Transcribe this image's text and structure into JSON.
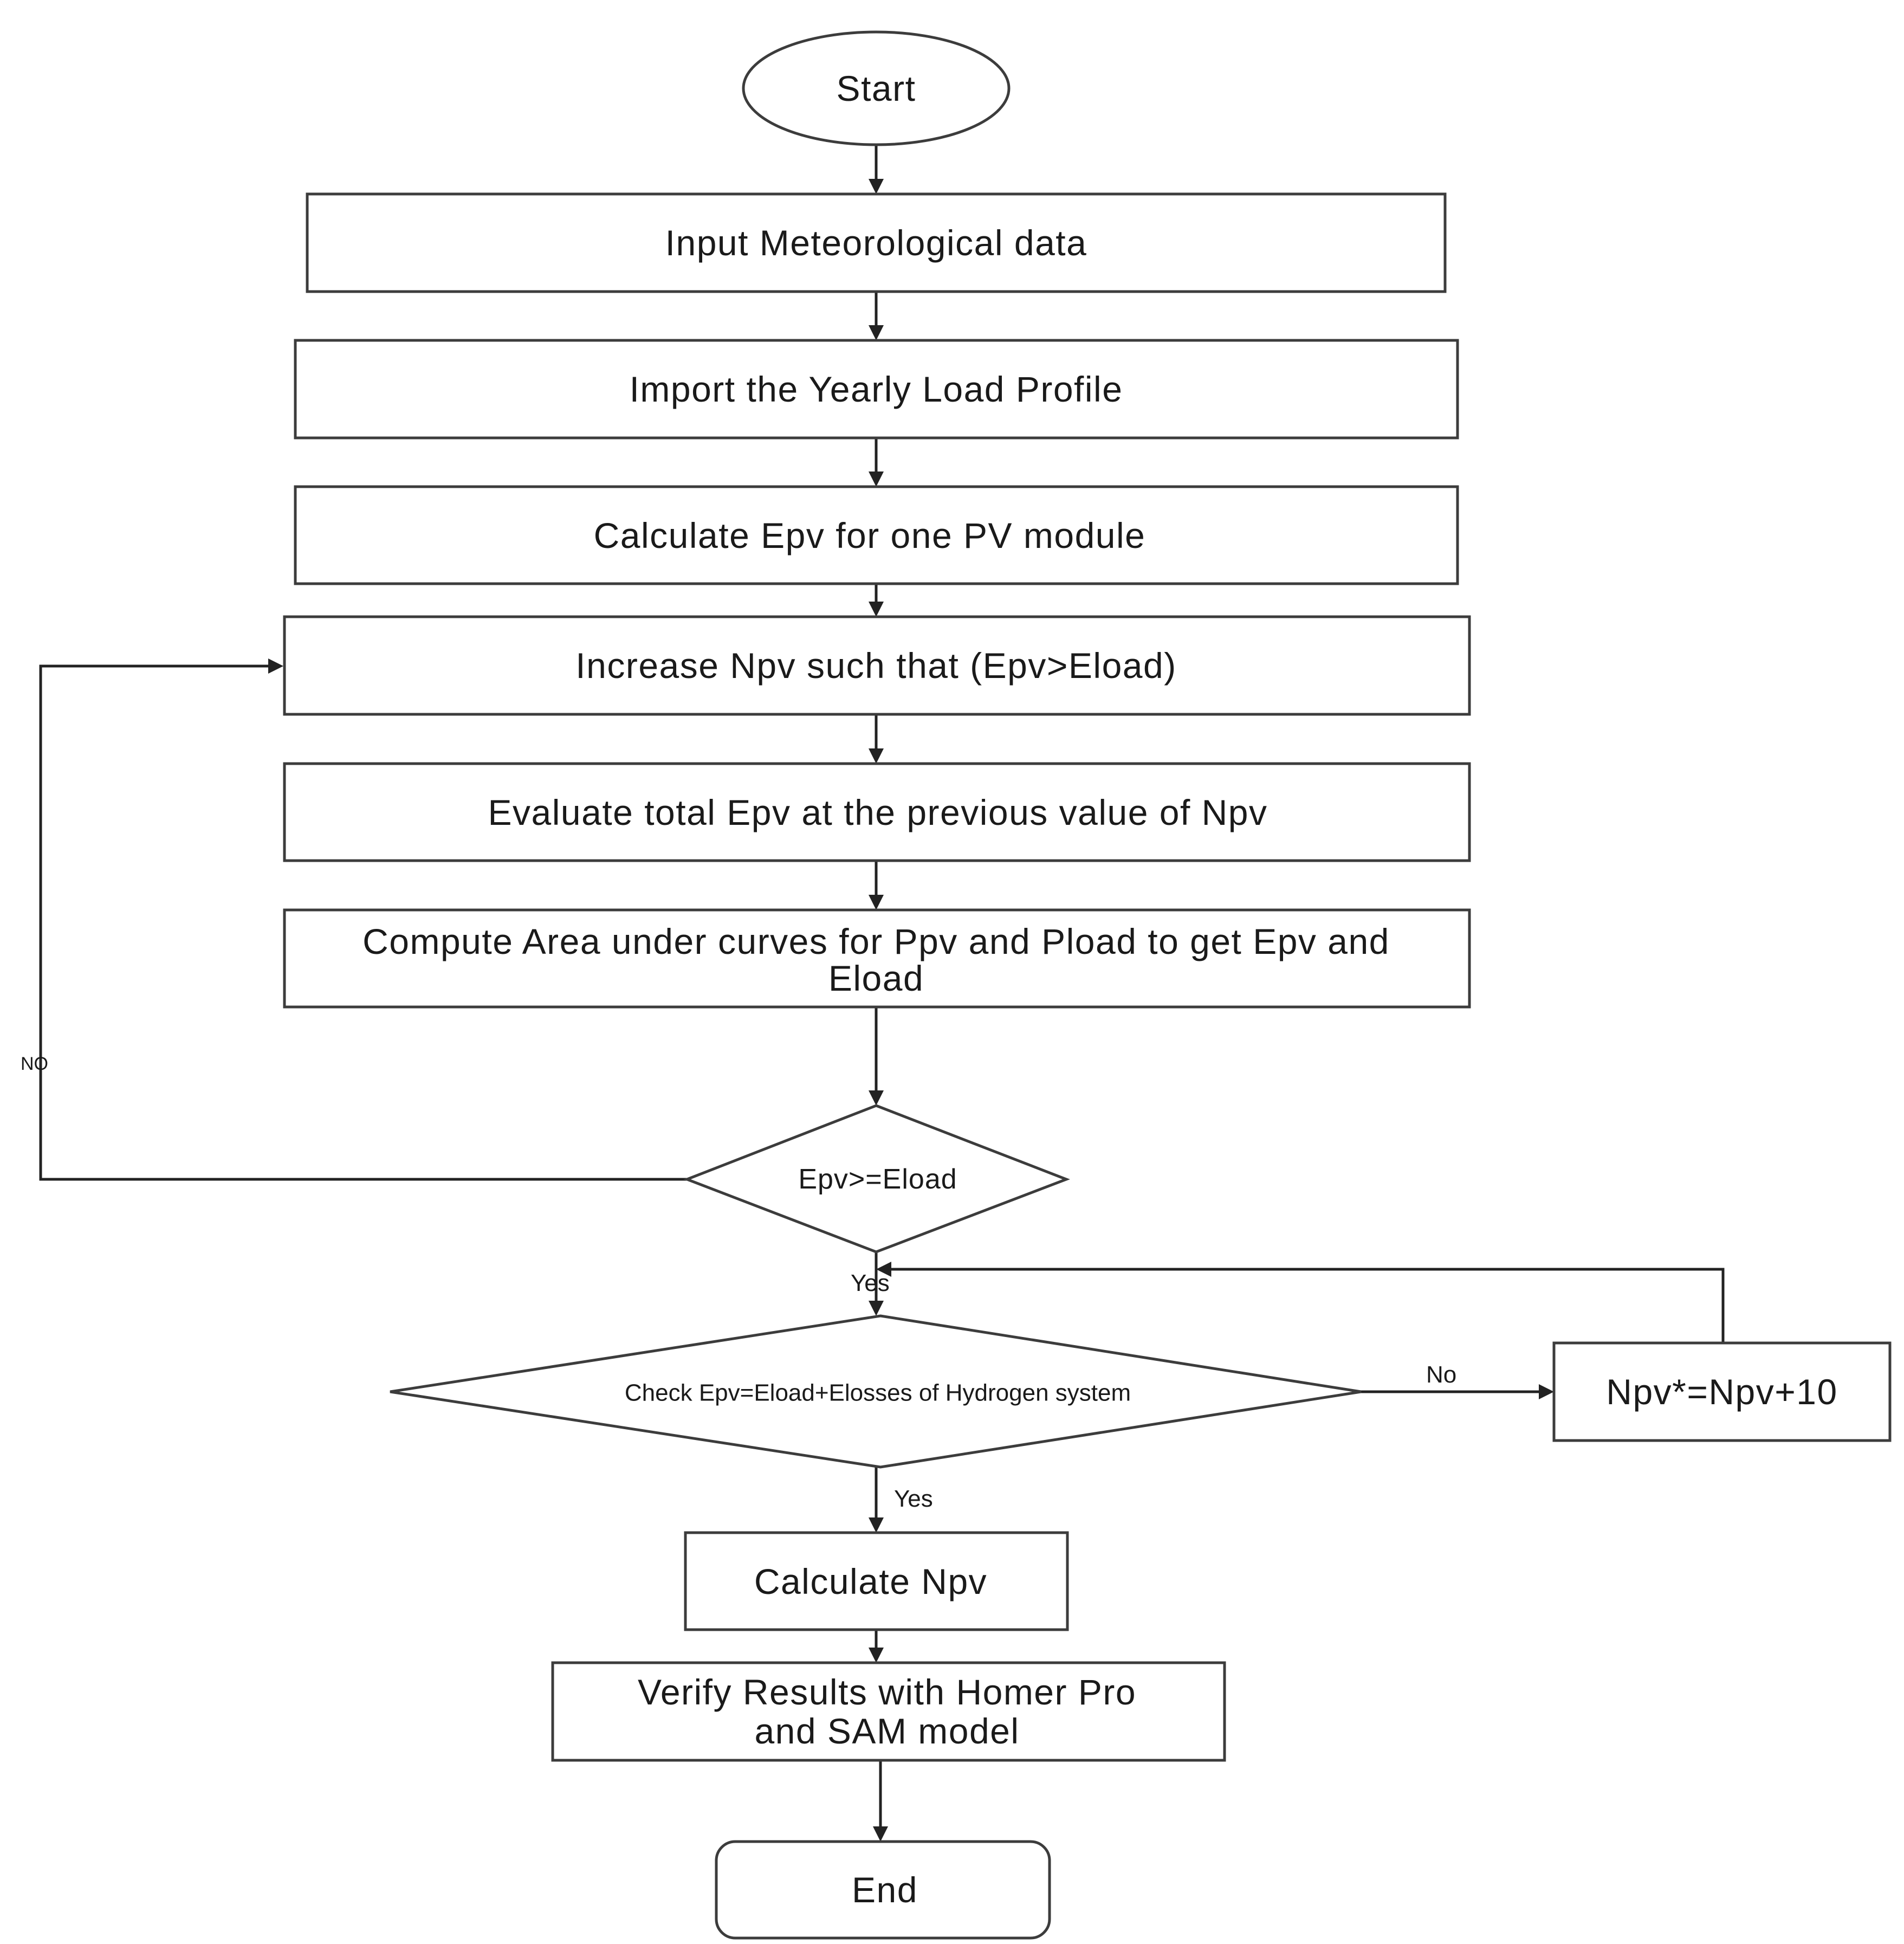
{
  "nodes": {
    "start": "Start",
    "input_met": "Input Meteorological data",
    "import_load": "Import the Yearly Load Profile",
    "calc_epv": "Calculate Epv for one PV module",
    "increase_npv": "Increase Npv such that (Epv>Eload)",
    "evaluate_epv": "Evaluate total Epv at the previous value of Npv",
    "compute_area_1": "Compute Area under curves for Ppv and Pload to get Epv and",
    "compute_area_2": "Eload",
    "decision_1": "Epv>=Eload",
    "decision_2": "Check Epv=Eload+Elosses of Hydrogen system",
    "npv_plus": "Npv*=Npv+10",
    "calc_npv": "Calculate Npv",
    "verify_1": "Verify Results with Homer Pro",
    "verify_2": "and SAM model",
    "end": "End"
  },
  "edge_labels": {
    "no_loop": "NO",
    "yes_1": "Yes",
    "no_2": "No",
    "yes_2": "Yes"
  }
}
